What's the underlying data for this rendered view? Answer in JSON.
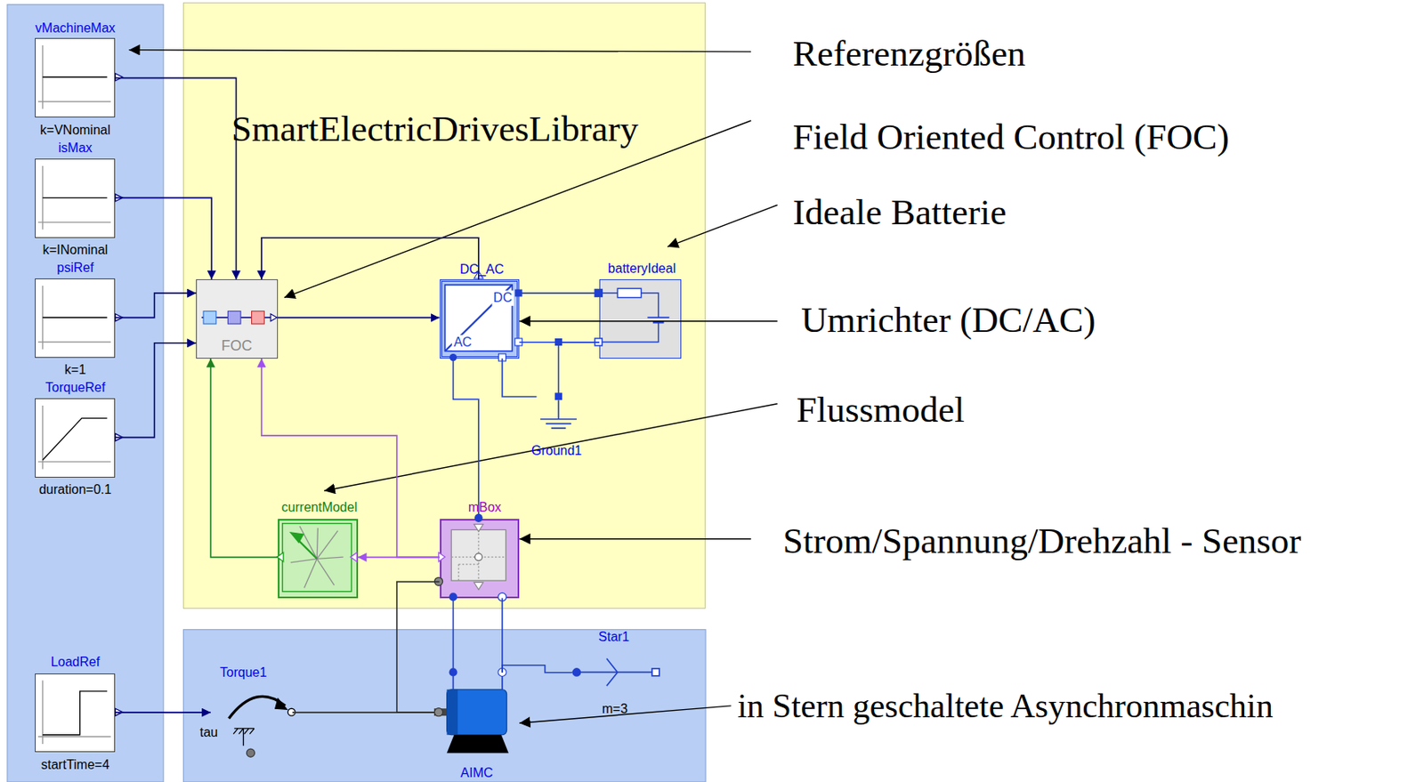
{
  "diagram": {
    "nodes": [
      {
        "text": [
          "SmartElectricDrivesLibrary"
        ]
      },
      {
        "text": [
          "vMachineMax",
          "k=VNominal"
        ]
      },
      {
        "text": [
          "isMax",
          "k=INominal"
        ]
      },
      {
        "text": [
          "psiRef",
          "k=1"
        ]
      },
      {
        "text": [
          "TorqueRef",
          "duration=0.1"
        ]
      },
      {
        "text": [
          "FOC"
        ],
        "in": 0
      },
      {
        "text": [
          "DC_AC",
          "DC",
          "AC"
        ],
        "in": 0
      },
      {
        "text": [
          "batteryIdeal"
        ],
        "in": 0
      },
      {
        "text": [
          "Ground1"
        ],
        "in": 0
      },
      {
        "text": [
          "currentModel"
        ],
        "in": 0
      },
      {
        "text": [
          "mBox"
        ],
        "in": 0
      },
      {
        "text": [
          "LoadRef",
          "startTime=4"
        ]
      },
      {
        "text": [
          "Torque1",
          "tau"
        ]
      },
      {
        "text": [
          "AIMC"
        ]
      },
      {
        "text": [
          "Star1",
          "m=3"
        ]
      }
    ],
    "edges": [
      {
        "from": 1,
        "to": 5,
        "arrow": "to"
      },
      {
        "from": 2,
        "to": 5,
        "arrow": "to"
      },
      {
        "from": 3,
        "to": 5,
        "arrow": "to"
      },
      {
        "from": 4,
        "to": 5,
        "arrow": "to"
      },
      {
        "from": 5,
        "to": 6,
        "arrow": "to"
      },
      {
        "from": 6,
        "to": 5,
        "arrow": "to"
      },
      {
        "from": 6,
        "to": 7,
        "arrow": "none"
      },
      {
        "from": 6,
        "to": 7,
        "arrow": "none"
      },
      {
        "from": 7,
        "to": 8,
        "arrow": "none"
      },
      {
        "from": 6,
        "to": 8,
        "arrow": "none"
      },
      {
        "from": 6,
        "to": 10,
        "arrow": "none"
      },
      {
        "from": 10,
        "to": 9,
        "arrow": "to"
      },
      {
        "from": 10,
        "to": 5,
        "arrow": "to"
      },
      {
        "from": 9,
        "to": 5,
        "arrow": "to"
      },
      {
        "from": 10,
        "to": 13,
        "arrow": "none"
      },
      {
        "from": 10,
        "to": 13,
        "arrow": "none"
      },
      {
        "from": 10,
        "to": 13,
        "arrow": "none"
      },
      {
        "from": 12,
        "to": 13,
        "arrow": "none"
      },
      {
        "from": 13,
        "to": 14,
        "arrow": "none"
      },
      {
        "from": 11,
        "to": 12,
        "arrow": "to"
      }
    ],
    "labels": [
      "Referenzgrößen",
      "Field Oriented Control (FOC)",
      "Ideale Batterie",
      "Umrichter (DC/AC)",
      "Flussmodel",
      "Strom/Spannung/Drehzahl - Sensor",
      "in Stern geschaltete Asynchronmaschin"
    ]
  }
}
